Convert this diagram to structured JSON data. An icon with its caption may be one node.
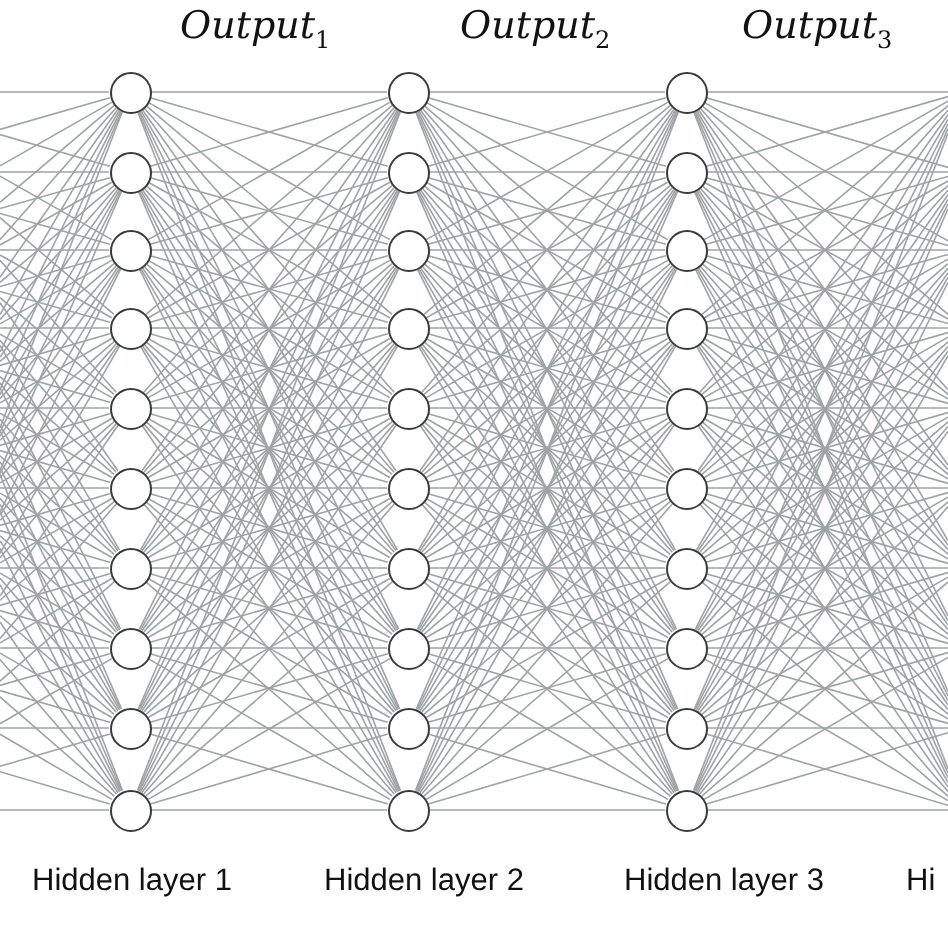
{
  "diagram": {
    "nodes": [
      {
        "text": [],
        "shape": "circle"
      },
      {
        "text": [],
        "shape": "circle"
      },
      {
        "text": [],
        "shape": "circle"
      },
      {
        "text": [],
        "shape": "circle"
      },
      {
        "text": [],
        "shape": "circle"
      },
      {
        "text": [],
        "shape": "circle"
      },
      {
        "text": [],
        "shape": "circle"
      },
      {
        "text": [],
        "shape": "circle"
      },
      {
        "text": [],
        "shape": "circle"
      },
      {
        "text": [],
        "shape": "circle"
      },
      {
        "text": [],
        "shape": "circle"
      },
      {
        "text": [],
        "shape": "circle"
      },
      {
        "text": [],
        "shape": "circle"
      },
      {
        "text": [],
        "shape": "circle"
      },
      {
        "text": [],
        "shape": "circle"
      },
      {
        "text": [],
        "shape": "circle"
      },
      {
        "text": [],
        "shape": "circle"
      },
      {
        "text": [],
        "shape": "circle"
      },
      {
        "text": [],
        "shape": "circle"
      },
      {
        "text": [],
        "shape": "circle"
      },
      {
        "text": [],
        "shape": "circle"
      },
      {
        "text": [],
        "shape": "circle"
      },
      {
        "text": [],
        "shape": "circle"
      },
      {
        "text": [],
        "shape": "circle"
      },
      {
        "text": [],
        "shape": "circle"
      },
      {
        "text": [],
        "shape": "circle"
      },
      {
        "text": [],
        "shape": "circle"
      },
      {
        "text": [],
        "shape": "circle"
      },
      {
        "text": [],
        "shape": "circle"
      },
      {
        "text": [],
        "shape": "circle"
      }
    ],
    "edges": [
      {
        "from": null,
        "to": 0,
        "arrow": "none"
      },
      {
        "from": null,
        "to": 0,
        "arrow": "none"
      },
      {
        "from": null,
        "to": 0,
        "arrow": "none"
      },
      {
        "from": null,
        "to": 0,
        "arrow": "none"
      },
      {
        "from": null,
        "to": 0,
        "arrow": "none"
      },
      {
        "from": null,
        "to": 0,
        "arrow": "none"
      },
      {
        "from": null,
        "to": 0,
        "arrow": "none"
      },
      {
        "from": null,
        "to": 0,
        "arrow": "none"
      },
      {
        "from": null,
        "to": 0,
        "arrow": "none"
      },
      {
        "from": null,
        "to": 0,
        "arrow": "none"
      },
      {
        "from": null,
        "to": 1,
        "arrow": "none"
      },
      {
        "from": null,
        "to": 1,
        "arrow": "none"
      },
      {
        "from": null,
        "to": 1,
        "arrow": "none"
      },
      {
        "from": null,
        "to": 1,
        "arrow": "none"
      },
      {
        "from": null,
        "to": 1,
        "arrow": "none"
      },
      {
        "from": null,
        "to": 1,
        "arrow": "none"
      },
      {
        "from": null,
        "to": 1,
        "arrow": "none"
      },
      {
        "from": null,
        "to": 1,
        "arrow": "none"
      },
      {
        "from": null,
        "to": 1,
        "arrow": "none"
      },
      {
        "from": null,
        "to": 1,
        "arrow": "none"
      },
      {
        "from": null,
        "to": 2,
        "arrow": "none"
      },
      {
        "from": null,
        "to": 2,
        "arrow": "none"
      },
      {
        "from": null,
        "to": 2,
        "arrow": "none"
      },
      {
        "from": null,
        "to": 2,
        "arrow": "none"
      },
      {
        "from": null,
        "to": 2,
        "arrow": "none"
      },
      {
        "from": null,
        "to": 2,
        "arrow": "none"
      },
      {
        "from": null,
        "to": 2,
        "arrow": "none"
      },
      {
        "from": null,
        "to": 2,
        "arrow": "none"
      },
      {
        "from": null,
        "to": 2,
        "arrow": "none"
      },
      {
        "from": null,
        "to": 2,
        "arrow": "none"
      },
      {
        "from": null,
        "to": 3,
        "arrow": "none"
      },
      {
        "from": null,
        "to": 3,
        "arrow": "none"
      },
      {
        "from": null,
        "to": 3,
        "arrow": "none"
      },
      {
        "from": null,
        "to": 3,
        "arrow": "none"
      },
      {
        "from": null,
        "to": 3,
        "arrow": "none"
      },
      {
        "from": null,
        "to": 3,
        "arrow": "none"
      },
      {
        "from": null,
        "to": 3,
        "arrow": "none"
      },
      {
        "from": null,
        "to": 3,
        "arrow": "none"
      },
      {
        "from": null,
        "to": 3,
        "arrow": "none"
      },
      {
        "from": null,
        "to": 3,
        "arrow": "none"
      },
      {
        "from": null,
        "to": 4,
        "arrow": "none"
      },
      {
        "from": null,
        "to": 4,
        "arrow": "none"
      },
      {
        "from": null,
        "to": 4,
        "arrow": "none"
      },
      {
        "from": null,
        "to": 4,
        "arrow": "none"
      },
      {
        "from": null,
        "to": 4,
        "arrow": "none"
      },
      {
        "from": null,
        "to": 4,
        "arrow": "none"
      },
      {
        "from": null,
        "to": 4,
        "arrow": "none"
      },
      {
        "from": null,
        "to": 4,
        "arrow": "none"
      },
      {
        "from": null,
        "to": 4,
        "arrow": "none"
      },
      {
        "from": null,
        "to": 4,
        "arrow": "none"
      },
      {
        "from": null,
        "to": 5,
        "arrow": "none"
      },
      {
        "from": null,
        "to": 5,
        "arrow": "none"
      },
      {
        "from": null,
        "to": 5,
        "arrow": "none"
      },
      {
        "from": null,
        "to": 5,
        "arrow": "none"
      },
      {
        "from": null,
        "to": 5,
        "arrow": "none"
      },
      {
        "from": null,
        "to": 5,
        "arrow": "none"
      },
      {
        "from": null,
        "to": 5,
        "arrow": "none"
      },
      {
        "from": null,
        "to": 5,
        "arrow": "none"
      },
      {
        "from": null,
        "to": 5,
        "arrow": "none"
      },
      {
        "from": null,
        "to": 5,
        "arrow": "none"
      },
      {
        "from": null,
        "to": 6,
        "arrow": "none"
      },
      {
        "from": null,
        "to": 6,
        "arrow": "none"
      },
      {
        "from": null,
        "to": 6,
        "arrow": "none"
      },
      {
        "from": null,
        "to": 6,
        "arrow": "none"
      },
      {
        "from": null,
        "to": 6,
        "arrow": "none"
      },
      {
        "from": null,
        "to": 6,
        "arrow": "none"
      },
      {
        "from": null,
        "to": 6,
        "arrow": "none"
      },
      {
        "from": null,
        "to": 6,
        "arrow": "none"
      },
      {
        "from": null,
        "to": 6,
        "arrow": "none"
      },
      {
        "from": null,
        "to": 6,
        "arrow": "none"
      },
      {
        "from": null,
        "to": 7,
        "arrow": "none"
      },
      {
        "from": null,
        "to": 7,
        "arrow": "none"
      },
      {
        "from": null,
        "to": 7,
        "arrow": "none"
      },
      {
        "from": null,
        "to": 7,
        "arrow": "none"
      },
      {
        "from": null,
        "to": 7,
        "arrow": "none"
      },
      {
        "from": null,
        "to": 7,
        "arrow": "none"
      },
      {
        "from": null,
        "to": 7,
        "arrow": "none"
      },
      {
        "from": null,
        "to": 7,
        "arrow": "none"
      },
      {
        "from": null,
        "to": 7,
        "arrow": "none"
      },
      {
        "from": null,
        "to": 7,
        "arrow": "none"
      },
      {
        "from": null,
        "to": 8,
        "arrow": "none"
      },
      {
        "from": null,
        "to": 8,
        "arrow": "none"
      },
      {
        "from": null,
        "to": 8,
        "arrow": "none"
      },
      {
        "from": null,
        "to": 8,
        "arrow": "none"
      },
      {
        "from": null,
        "to": 8,
        "arrow": "none"
      },
      {
        "from": null,
        "to": 8,
        "arrow": "none"
      },
      {
        "from": null,
        "to": 8,
        "arrow": "none"
      },
      {
        "from": null,
        "to": 8,
        "arrow": "none"
      },
      {
        "from": null,
        "to": 8,
        "arrow": "none"
      },
      {
        "from": null,
        "to": 8,
        "arrow": "none"
      },
      {
        "from": null,
        "to": 9,
        "arrow": "none"
      },
      {
        "from": null,
        "to": 9,
        "arrow": "none"
      },
      {
        "from": null,
        "to": 9,
        "arrow": "none"
      },
      {
        "from": null,
        "to": 9,
        "arrow": "none"
      },
      {
        "from": null,
        "to": 9,
        "arrow": "none"
      },
      {
        "from": null,
        "to": 9,
        "arrow": "none"
      },
      {
        "from": null,
        "to": 9,
        "arrow": "none"
      },
      {
        "from": null,
        "to": 9,
        "arrow": "none"
      },
      {
        "from": null,
        "to": 9,
        "arrow": "none"
      },
      {
        "from": null,
        "to": 9,
        "arrow": "none"
      },
      {
        "from": 0,
        "to": 10,
        "arrow": "none"
      },
      {
        "from": 0,
        "to": 11,
        "arrow": "none"
      },
      {
        "from": 0,
        "to": 12,
        "arrow": "none"
      },
      {
        "from": 0,
        "to": 13,
        "arrow": "none"
      },
      {
        "from": 0,
        "to": 14,
        "arrow": "none"
      },
      {
        "from": 0,
        "to": 15,
        "arrow": "none"
      },
      {
        "from": 0,
        "to": 16,
        "arrow": "none"
      },
      {
        "from": 0,
        "to": 17,
        "arrow": "none"
      },
      {
        "from": 0,
        "to": 18,
        "arrow": "none"
      },
      {
        "from": 0,
        "to": 19,
        "arrow": "none"
      },
      {
        "from": 1,
        "to": 10,
        "arrow": "none"
      },
      {
        "from": 1,
        "to": 11,
        "arrow": "none"
      },
      {
        "from": 1,
        "to": 12,
        "arrow": "none"
      },
      {
        "from": 1,
        "to": 13,
        "arrow": "none"
      },
      {
        "from": 1,
        "to": 14,
        "arrow": "none"
      },
      {
        "from": 1,
        "to": 15,
        "arrow": "none"
      },
      {
        "from": 1,
        "to": 16,
        "arrow": "none"
      },
      {
        "from": 1,
        "to": 17,
        "arrow": "none"
      },
      {
        "from": 1,
        "to": 18,
        "arrow": "none"
      },
      {
        "from": 1,
        "to": 19,
        "arrow": "none"
      },
      {
        "from": 2,
        "to": 10,
        "arrow": "none"
      },
      {
        "from": 2,
        "to": 11,
        "arrow": "none"
      },
      {
        "from": 2,
        "to": 12,
        "arrow": "none"
      },
      {
        "from": 2,
        "to": 13,
        "arrow": "none"
      },
      {
        "from": 2,
        "to": 14,
        "arrow": "none"
      },
      {
        "from": 2,
        "to": 15,
        "arrow": "none"
      },
      {
        "from": 2,
        "to": 16,
        "arrow": "none"
      },
      {
        "from": 2,
        "to": 17,
        "arrow": "none"
      },
      {
        "from": 2,
        "to": 18,
        "arrow": "none"
      },
      {
        "from": 2,
        "to": 19,
        "arrow": "none"
      },
      {
        "from": 3,
        "to": 10,
        "arrow": "none"
      },
      {
        "from": 3,
        "to": 11,
        "arrow": "none"
      },
      {
        "from": 3,
        "to": 12,
        "arrow": "none"
      },
      {
        "from": 3,
        "to": 13,
        "arrow": "none"
      },
      {
        "from": 3,
        "to": 14,
        "arrow": "none"
      },
      {
        "from": 3,
        "to": 15,
        "arrow": "none"
      },
      {
        "from": 3,
        "to": 16,
        "arrow": "none"
      },
      {
        "from": 3,
        "to": 17,
        "arrow": "none"
      },
      {
        "from": 3,
        "to": 18,
        "arrow": "none"
      },
      {
        "from": 3,
        "to": 19,
        "arrow": "none"
      },
      {
        "from": 4,
        "to": 10,
        "arrow": "none"
      },
      {
        "from": 4,
        "to": 11,
        "arrow": "none"
      },
      {
        "from": 4,
        "to": 12,
        "arrow": "none"
      },
      {
        "from": 4,
        "to": 13,
        "arrow": "none"
      },
      {
        "from": 4,
        "to": 14,
        "arrow": "none"
      },
      {
        "from": 4,
        "to": 15,
        "arrow": "none"
      },
      {
        "from": 4,
        "to": 16,
        "arrow": "none"
      },
      {
        "from": 4,
        "to": 17,
        "arrow": "none"
      },
      {
        "from": 4,
        "to": 18,
        "arrow": "none"
      },
      {
        "from": 4,
        "to": 19,
        "arrow": "none"
      },
      {
        "from": 5,
        "to": 10,
        "arrow": "none"
      },
      {
        "from": 5,
        "to": 11,
        "arrow": "none"
      },
      {
        "from": 5,
        "to": 12,
        "arrow": "none"
      },
      {
        "from": 5,
        "to": 13,
        "arrow": "none"
      },
      {
        "from": 5,
        "to": 14,
        "arrow": "none"
      },
      {
        "from": 5,
        "to": 15,
        "arrow": "none"
      },
      {
        "from": 5,
        "to": 16,
        "arrow": "none"
      },
      {
        "from": 5,
        "to": 17,
        "arrow": "none"
      },
      {
        "from": 5,
        "to": 18,
        "arrow": "none"
      },
      {
        "from": 5,
        "to": 19,
        "arrow": "none"
      },
      {
        "from": 6,
        "to": 10,
        "arrow": "none"
      },
      {
        "from": 6,
        "to": 11,
        "arrow": "none"
      },
      {
        "from": 6,
        "to": 12,
        "arrow": "none"
      },
      {
        "from": 6,
        "to": 13,
        "arrow": "none"
      },
      {
        "from": 6,
        "to": 14,
        "arrow": "none"
      },
      {
        "from": 6,
        "to": 15,
        "arrow": "none"
      },
      {
        "from": 6,
        "to": 16,
        "arrow": "none"
      },
      {
        "from": 6,
        "to": 17,
        "arrow": "none"
      },
      {
        "from": 6,
        "to": 18,
        "arrow": "none"
      },
      {
        "from": 6,
        "to": 19,
        "arrow": "none"
      },
      {
        "from": 7,
        "to": 10,
        "arrow": "none"
      },
      {
        "from": 7,
        "to": 11,
        "arrow": "none"
      },
      {
        "from": 7,
        "to": 12,
        "arrow": "none"
      },
      {
        "from": 7,
        "to": 13,
        "arrow": "none"
      },
      {
        "from": 7,
        "to": 14,
        "arrow": "none"
      },
      {
        "from": 7,
        "to": 15,
        "arrow": "none"
      },
      {
        "from": 7,
        "to": 16,
        "arrow": "none"
      },
      {
        "from": 7,
        "to": 17,
        "arrow": "none"
      },
      {
        "from": 7,
        "to": 18,
        "arrow": "none"
      },
      {
        "from": 7,
        "to": 19,
        "arrow": "none"
      },
      {
        "from": 8,
        "to": 10,
        "arrow": "none"
      },
      {
        "from": 8,
        "to": 11,
        "arrow": "none"
      },
      {
        "from": 8,
        "to": 12,
        "arrow": "none"
      },
      {
        "from": 8,
        "to": 13,
        "arrow": "none"
      },
      {
        "from": 8,
        "to": 14,
        "arrow": "none"
      },
      {
        "from": 8,
        "to": 15,
        "arrow": "none"
      },
      {
        "from": 8,
        "to": 16,
        "arrow": "none"
      },
      {
        "from": 8,
        "to": 17,
        "arrow": "none"
      },
      {
        "from": 8,
        "to": 18,
        "arrow": "none"
      },
      {
        "from": 8,
        "to": 19,
        "arrow": "none"
      },
      {
        "from": 9,
        "to": 10,
        "arrow": "none"
      },
      {
        "from": 9,
        "to": 11,
        "arrow": "none"
      },
      {
        "from": 9,
        "to": 12,
        "arrow": "none"
      },
      {
        "from": 9,
        "to": 13,
        "arrow": "none"
      },
      {
        "from": 9,
        "to": 14,
        "arrow": "none"
      },
      {
        "from": 9,
        "to": 15,
        "arrow": "none"
      },
      {
        "from": 9,
        "to": 16,
        "arrow": "none"
      },
      {
        "from": 9,
        "to": 17,
        "arrow": "none"
      },
      {
        "from": 9,
        "to": 18,
        "arrow": "none"
      },
      {
        "from": 9,
        "to": 19,
        "arrow": "none"
      },
      {
        "from": 10,
        "to": 20,
        "arrow": "none"
      },
      {
        "from": 10,
        "to": 21,
        "arrow": "none"
      },
      {
        "from": 10,
        "to": 22,
        "arrow": "none"
      },
      {
        "from": 10,
        "to": 23,
        "arrow": "none"
      },
      {
        "from": 10,
        "to": 24,
        "arrow": "none"
      },
      {
        "from": 10,
        "to": 25,
        "arrow": "none"
      },
      {
        "from": 10,
        "to": 26,
        "arrow": "none"
      },
      {
        "from": 10,
        "to": 27,
        "arrow": "none"
      },
      {
        "from": 10,
        "to": 28,
        "arrow": "none"
      },
      {
        "from": 10,
        "to": 29,
        "arrow": "none"
      },
      {
        "from": 11,
        "to": 20,
        "arrow": "none"
      },
      {
        "from": 11,
        "to": 21,
        "arrow": "none"
      },
      {
        "from": 11,
        "to": 22,
        "arrow": "none"
      },
      {
        "from": 11,
        "to": 23,
        "arrow": "none"
      },
      {
        "from": 11,
        "to": 24,
        "arrow": "none"
      },
      {
        "from": 11,
        "to": 25,
        "arrow": "none"
      },
      {
        "from": 11,
        "to": 26,
        "arrow": "none"
      },
      {
        "from": 11,
        "to": 27,
        "arrow": "none"
      },
      {
        "from": 11,
        "to": 28,
        "arrow": "none"
      },
      {
        "from": 11,
        "to": 29,
        "arrow": "none"
      },
      {
        "from": 12,
        "to": 20,
        "arrow": "none"
      },
      {
        "from": 12,
        "to": 21,
        "arrow": "none"
      },
      {
        "from": 12,
        "to": 22,
        "arrow": "none"
      },
      {
        "from": 12,
        "to": 23,
        "arrow": "none"
      },
      {
        "from": 12,
        "to": 24,
        "arrow": "none"
      },
      {
        "from": 12,
        "to": 25,
        "arrow": "none"
      },
      {
        "from": 12,
        "to": 26,
        "arrow": "none"
      },
      {
        "from": 12,
        "to": 27,
        "arrow": "none"
      },
      {
        "from": 12,
        "to": 28,
        "arrow": "none"
      },
      {
        "from": 12,
        "to": 29,
        "arrow": "none"
      },
      {
        "from": 13,
        "to": 20,
        "arrow": "none"
      },
      {
        "from": 13,
        "to": 21,
        "arrow": "none"
      },
      {
        "from": 13,
        "to": 22,
        "arrow": "none"
      },
      {
        "from": 13,
        "to": 23,
        "arrow": "none"
      },
      {
        "from": 13,
        "to": 24,
        "arrow": "none"
      },
      {
        "from": 13,
        "to": 25,
        "arrow": "none"
      },
      {
        "from": 13,
        "to": 26,
        "arrow": "none"
      },
      {
        "from": 13,
        "to": 27,
        "arrow": "none"
      },
      {
        "from": 13,
        "to": 28,
        "arrow": "none"
      },
      {
        "from": 13,
        "to": 29,
        "arrow": "none"
      },
      {
        "from": 14,
        "to": 20,
        "arrow": "none"
      },
      {
        "from": 14,
        "to": 21,
        "arrow": "none"
      },
      {
        "from": 14,
        "to": 22,
        "arrow": "none"
      },
      {
        "from": 14,
        "to": 23,
        "arrow": "none"
      },
      {
        "from": 14,
        "to": 24,
        "arrow": "none"
      },
      {
        "from": 14,
        "to": 25,
        "arrow": "none"
      },
      {
        "from": 14,
        "to": 26,
        "arrow": "none"
      },
      {
        "from": 14,
        "to": 27,
        "arrow": "none"
      },
      {
        "from": 14,
        "to": 28,
        "arrow": "none"
      },
      {
        "from": 14,
        "to": 29,
        "arrow": "none"
      },
      {
        "from": 15,
        "to": 20,
        "arrow": "none"
      },
      {
        "from": 15,
        "to": 21,
        "arrow": "none"
      },
      {
        "from": 15,
        "to": 22,
        "arrow": "none"
      },
      {
        "from": 15,
        "to": 23,
        "arrow": "none"
      },
      {
        "from": 15,
        "to": 24,
        "arrow": "none"
      },
      {
        "from": 15,
        "to": 25,
        "arrow": "none"
      },
      {
        "from": 15,
        "to": 26,
        "arrow": "none"
      },
      {
        "from": 15,
        "to": 27,
        "arrow": "none"
      },
      {
        "from": 15,
        "to": 28,
        "arrow": "none"
      },
      {
        "from": 15,
        "to": 29,
        "arrow": "none"
      },
      {
        "from": 16,
        "to": 20,
        "arrow": "none"
      },
      {
        "from": 16,
        "to": 21,
        "arrow": "none"
      },
      {
        "from": 16,
        "to": 22,
        "arrow": "none"
      },
      {
        "from": 16,
        "to": 23,
        "arrow": "none"
      },
      {
        "from": 16,
        "to": 24,
        "arrow": "none"
      },
      {
        "from": 16,
        "to": 25,
        "arrow": "none"
      },
      {
        "from": 16,
        "to": 26,
        "arrow": "none"
      },
      {
        "from": 16,
        "to": 27,
        "arrow": "none"
      },
      {
        "from": 16,
        "to": 28,
        "arrow": "none"
      },
      {
        "from": 16,
        "to": 29,
        "arrow": "none"
      },
      {
        "from": 17,
        "to": 20,
        "arrow": "none"
      },
      {
        "from": 17,
        "to": 21,
        "arrow": "none"
      },
      {
        "from": 17,
        "to": 22,
        "arrow": "none"
      },
      {
        "from": 17,
        "to": 23,
        "arrow": "none"
      },
      {
        "from": 17,
        "to": 24,
        "arrow": "none"
      },
      {
        "from": 17,
        "to": 25,
        "arrow": "none"
      },
      {
        "from": 17,
        "to": 26,
        "arrow": "none"
      },
      {
        "from": 17,
        "to": 27,
        "arrow": "none"
      },
      {
        "from": 17,
        "to": 28,
        "arrow": "none"
      },
      {
        "from": 17,
        "to": 29,
        "arrow": "none"
      },
      {
        "from": 18,
        "to": 20,
        "arrow": "none"
      },
      {
        "from": 18,
        "to": 21,
        "arrow": "none"
      },
      {
        "from": 18,
        "to": 22,
        "arrow": "none"
      },
      {
        "from": 18,
        "to": 23,
        "arrow": "none"
      },
      {
        "from": 18,
        "to": 24,
        "arrow": "none"
      },
      {
        "from": 18,
        "to": 25,
        "arrow": "none"
      },
      {
        "from": 18,
        "to": 26,
        "arrow": "none"
      },
      {
        "from": 18,
        "to": 27,
        "arrow": "none"
      },
      {
        "from": 18,
        "to": 28,
        "arrow": "none"
      },
      {
        "from": 18,
        "to": 29,
        "arrow": "none"
      },
      {
        "from": 19,
        "to": 20,
        "arrow": "none"
      },
      {
        "from": 19,
        "to": 21,
        "arrow": "none"
      },
      {
        "from": 19,
        "to": 22,
        "arrow": "none"
      },
      {
        "from": 19,
        "to": 23,
        "arrow": "none"
      },
      {
        "from": 19,
        "to": 24,
        "arrow": "none"
      },
      {
        "from": 19,
        "to": 25,
        "arrow": "none"
      },
      {
        "from": 19,
        "to": 26,
        "arrow": "none"
      },
      {
        "from": 19,
        "to": 27,
        "arrow": "none"
      },
      {
        "from": 19,
        "to": 28,
        "arrow": "none"
      },
      {
        "from": 19,
        "to": 29,
        "arrow": "none"
      },
      {
        "from": 20,
        "to": null,
        "arrow": "none"
      },
      {
        "from": 20,
        "to": null,
        "arrow": "none"
      },
      {
        "from": 20,
        "to": null,
        "arrow": "none"
      },
      {
        "from": 20,
        "to": null,
        "arrow": "none"
      },
      {
        "from": 20,
        "to": null,
        "arrow": "none"
      },
      {
        "from": 20,
        "to": null,
        "arrow": "none"
      },
      {
        "from": 20,
        "to": null,
        "arrow": "none"
      },
      {
        "from": 20,
        "to": null,
        "arrow": "none"
      },
      {
        "from": 20,
        "to": null,
        "arrow": "none"
      },
      {
        "from": 20,
        "to": null,
        "arrow": "none"
      },
      {
        "from": 21,
        "to": null,
        "arrow": "none"
      },
      {
        "from": 21,
        "to": null,
        "arrow": "none"
      },
      {
        "from": 21,
        "to": null,
        "arrow": "none"
      },
      {
        "from": 21,
        "to": null,
        "arrow": "none"
      },
      {
        "from": 21,
        "to": null,
        "arrow": "none"
      },
      {
        "from": 21,
        "to": null,
        "arrow": "none"
      },
      {
        "from": 21,
        "to": null,
        "arrow": "none"
      },
      {
        "from": 21,
        "to": null,
        "arrow": "none"
      },
      {
        "from": 21,
        "to": null,
        "arrow": "none"
      },
      {
        "from": 21,
        "to": null,
        "arrow": "none"
      },
      {
        "from": 22,
        "to": null,
        "arrow": "none"
      },
      {
        "from": 22,
        "to": null,
        "arrow": "none"
      },
      {
        "from": 22,
        "to": null,
        "arrow": "none"
      },
      {
        "from": 22,
        "to": null,
        "arrow": "none"
      },
      {
        "from": 22,
        "to": null,
        "arrow": "none"
      },
      {
        "from": 22,
        "to": null,
        "arrow": "none"
      },
      {
        "from": 22,
        "to": null,
        "arrow": "none"
      },
      {
        "from": 22,
        "to": null,
        "arrow": "none"
      },
      {
        "from": 22,
        "to": null,
        "arrow": "none"
      },
      {
        "from": 22,
        "to": null,
        "arrow": "none"
      },
      {
        "from": 23,
        "to": null,
        "arrow": "none"
      },
      {
        "from": 23,
        "to": null,
        "arrow": "none"
      },
      {
        "from": 23,
        "to": null,
        "arrow": "none"
      },
      {
        "from": 23,
        "to": null,
        "arrow": "none"
      },
      {
        "from": 23,
        "to": null,
        "arrow": "none"
      },
      {
        "from": 23,
        "to": null,
        "arrow": "none"
      },
      {
        "from": 23,
        "to": null,
        "arrow": "none"
      },
      {
        "from": 23,
        "to": null,
        "arrow": "none"
      },
      {
        "from": 23,
        "to": null,
        "arrow": "none"
      },
      {
        "from": 23,
        "to": null,
        "arrow": "none"
      },
      {
        "from": 24,
        "to": null,
        "arrow": "none"
      },
      {
        "from": 24,
        "to": null,
        "arrow": "none"
      },
      {
        "from": 24,
        "to": null,
        "arrow": "none"
      },
      {
        "from": 24,
        "to": null,
        "arrow": "none"
      },
      {
        "from": 24,
        "to": null,
        "arrow": "none"
      },
      {
        "from": 24,
        "to": null,
        "arrow": "none"
      },
      {
        "from": 24,
        "to": null,
        "arrow": "none"
      },
      {
        "from": 24,
        "to": null,
        "arrow": "none"
      },
      {
        "from": 24,
        "to": null,
        "arrow": "none"
      },
      {
        "from": 24,
        "to": null,
        "arrow": "none"
      },
      {
        "from": 25,
        "to": null,
        "arrow": "none"
      },
      {
        "from": 25,
        "to": null,
        "arrow": "none"
      },
      {
        "from": 25,
        "to": null,
        "arrow": "none"
      },
      {
        "from": 25,
        "to": null,
        "arrow": "none"
      },
      {
        "from": 25,
        "to": null,
        "arrow": "none"
      },
      {
        "from": 25,
        "to": null,
        "arrow": "none"
      },
      {
        "from": 25,
        "to": null,
        "arrow": "none"
      },
      {
        "from": 25,
        "to": null,
        "arrow": "none"
      },
      {
        "from": 25,
        "to": null,
        "arrow": "none"
      },
      {
        "from": 25,
        "to": null,
        "arrow": "none"
      },
      {
        "from": 26,
        "to": null,
        "arrow": "none"
      },
      {
        "from": 26,
        "to": null,
        "arrow": "none"
      },
      {
        "from": 26,
        "to": null,
        "arrow": "none"
      },
      {
        "from": 26,
        "to": null,
        "arrow": "none"
      },
      {
        "from": 26,
        "to": null,
        "arrow": "none"
      },
      {
        "from": 26,
        "to": null,
        "arrow": "none"
      },
      {
        "from": 26,
        "to": null,
        "arrow": "none"
      },
      {
        "from": 26,
        "to": null,
        "arrow": "none"
      },
      {
        "from": 26,
        "to": null,
        "arrow": "none"
      },
      {
        "from": 26,
        "to": null,
        "arrow": "none"
      },
      {
        "from": 27,
        "to": null,
        "arrow": "none"
      },
      {
        "from": 27,
        "to": null,
        "arrow": "none"
      },
      {
        "from": 27,
        "to": null,
        "arrow": "none"
      },
      {
        "from": 27,
        "to": null,
        "arrow": "none"
      },
      {
        "from": 27,
        "to": null,
        "arrow": "none"
      },
      {
        "from": 27,
        "to": null,
        "arrow": "none"
      },
      {
        "from": 27,
        "to": null,
        "arrow": "none"
      },
      {
        "from": 27,
        "to": null,
        "arrow": "none"
      },
      {
        "from": 27,
        "to": null,
        "arrow": "none"
      },
      {
        "from": 27,
        "to": null,
        "arrow": "none"
      },
      {
        "from": 28,
        "to": null,
        "arrow": "none"
      },
      {
        "from": 28,
        "to": null,
        "arrow": "none"
      },
      {
        "from": 28,
        "to": null,
        "arrow": "none"
      },
      {
        "from": 28,
        "to": null,
        "arrow": "none"
      },
      {
        "from": 28,
        "to": null,
        "arrow": "none"
      },
      {
        "from": 28,
        "to": null,
        "arrow": "none"
      },
      {
        "from": 28,
        "to": null,
        "arrow": "none"
      },
      {
        "from": 28,
        "to": null,
        "arrow": "none"
      },
      {
        "from": 28,
        "to": null,
        "arrow": "none"
      },
      {
        "from": 28,
        "to": null,
        "arrow": "none"
      },
      {
        "from": 29,
        "to": null,
        "arrow": "none"
      },
      {
        "from": 29,
        "to": null,
        "arrow": "none"
      },
      {
        "from": 29,
        "to": null,
        "arrow": "none"
      },
      {
        "from": 29,
        "to": null,
        "arrow": "none"
      },
      {
        "from": 29,
        "to": null,
        "arrow": "none"
      },
      {
        "from": 29,
        "to": null,
        "arrow": "none"
      },
      {
        "from": 29,
        "to": null,
        "arrow": "none"
      },
      {
        "from": 29,
        "to": null,
        "arrow": "none"
      },
      {
        "from": 29,
        "to": null,
        "arrow": "none"
      },
      {
        "from": 29,
        "to": null,
        "arrow": "none"
      }
    ],
    "labels": [
      "Output$_{1}$",
      "Output$_{2}$",
      "Output$_{3}$",
      "Hidden layer 1",
      "Hidden layer 2",
      "Hidden layer 3",
      "Hi"
    ]
  }
}
